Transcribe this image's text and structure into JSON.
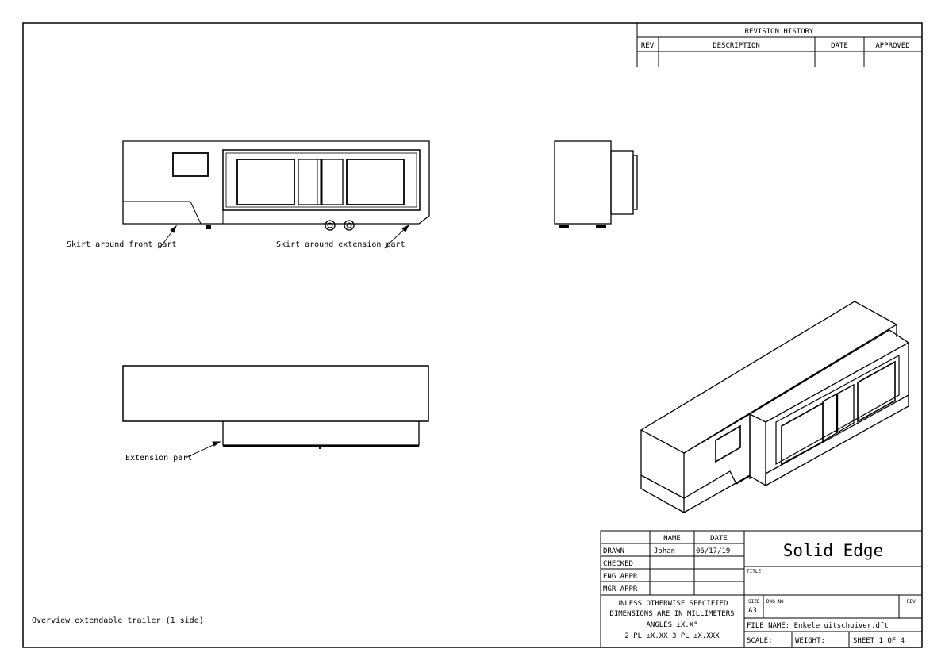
{
  "revision_history": {
    "title": "REVISION HISTORY",
    "columns": [
      "REV",
      "DESCRIPTION",
      "DATE",
      "APPROVED"
    ]
  },
  "annotations": {
    "skirt_front": "Skirt around front part",
    "skirt_extension": "Skirt around extension part",
    "extension_part": "Extension part",
    "overview": "Overview extendable trailer (1 side)"
  },
  "title_block": {
    "header_name": "NAME",
    "header_date": "DATE",
    "rows": [
      {
        "label": "DRAWN",
        "name": "Johan",
        "date": "06/17/19"
      },
      {
        "label": "CHECKED",
        "name": "",
        "date": ""
      },
      {
        "label": "ENG APPR",
        "name": "",
        "date": ""
      },
      {
        "label": "MGR APPR",
        "name": "",
        "date": ""
      }
    ],
    "tolerance_lines": [
      "UNLESS OTHERWISE SPECIFIED",
      "DIMENSIONS ARE IN MILLIMETERS",
      "ANGLES ±X.X°",
      "2 PL ±X.XX 3 PL ±X.XXX"
    ],
    "company": "Solid Edge",
    "title_label": "TITLE",
    "size_label": "SIZE",
    "size_value": "A3",
    "dwg_no_label": "DWG NO",
    "rev_label": "REV",
    "file_name": "FILE NAME: Enkele uitschuiver.dft",
    "scale": "SCALE:",
    "weight": "WEIGHT:",
    "sheet": "SHEET 1 OF 4"
  }
}
